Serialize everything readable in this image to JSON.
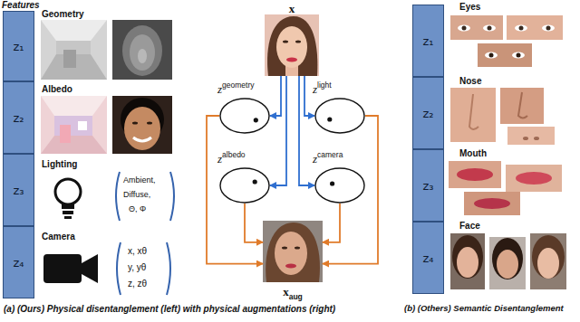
{
  "diagram": {
    "nodes": [
      {
        "text": [
          "z₁"
        ]
      },
      {
        "text": [
          "z₂"
        ]
      },
      {
        "text": [
          "z₃"
        ]
      },
      {
        "text": [
          "z₄"
        ]
      },
      {
        "text": [
          "x"
        ]
      },
      {
        "text": [
          "z",
          "geometry"
        ]
      },
      {
        "text": [
          "z",
          "light"
        ]
      },
      {
        "text": [
          "z",
          "albedo"
        ]
      },
      {
        "text": [
          "z",
          "camera"
        ]
      },
      {
        "text": [
          "x",
          "aug"
        ]
      },
      {
        "text": [
          "z₁"
        ]
      },
      {
        "text": [
          "z₂"
        ]
      },
      {
        "text": [
          "z₃"
        ]
      },
      {
        "text": [
          "z₄"
        ]
      }
    ],
    "edges": [
      {
        "from": 4,
        "to": 5,
        "arrow": "to"
      },
      {
        "from": 4,
        "to": 6,
        "arrow": "to"
      },
      {
        "from": 4,
        "to": 7,
        "arrow": "to"
      },
      {
        "from": 4,
        "to": 8,
        "arrow": "to"
      },
      {
        "from": 5,
        "to": 9,
        "arrow": "to"
      },
      {
        "from": 6,
        "to": 9,
        "arrow": "to"
      },
      {
        "from": 7,
        "to": 9,
        "arrow": "to"
      },
      {
        "from": 8,
        "to": 9,
        "arrow": "to"
      }
    ],
    "labels": [
      "Features",
      "Geometry",
      "Albedo",
      "Lighting",
      "Ambient,",
      "Diffuse,",
      "Θ, Φ",
      "Camera",
      "x, xθ",
      "y, yθ",
      "z, zθ",
      "Eyes",
      "Nose",
      "Mouth",
      "Face",
      "(a) (Ours) Physical disentanglement (left) with physical augmentations (right)",
      "(b) (Others) Semantic Disentanglement"
    ]
  }
}
